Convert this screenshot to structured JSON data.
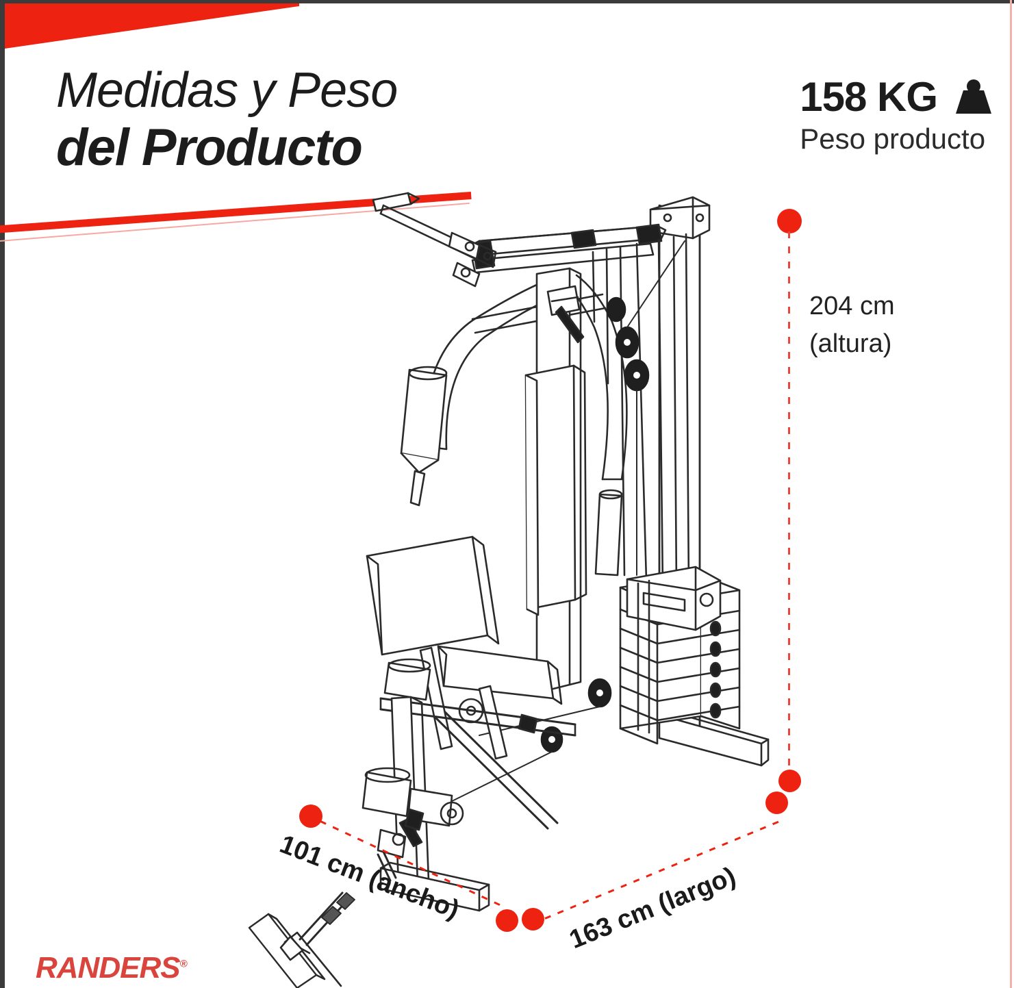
{
  "page": {
    "background_color": "#ffffff",
    "accent_color": "#ee2211",
    "ink_color": "#1c1c1c"
  },
  "header": {
    "title_line1": "Medidas y Peso",
    "title_line2": "del Producto"
  },
  "weight_badge": {
    "value": "158 KG",
    "label": "Peso producto",
    "icon": "weight-icon"
  },
  "dimensions": {
    "height": {
      "value": "204 cm",
      "caption": "(altura)"
    },
    "width": {
      "text": "101 cm (ancho)"
    },
    "length": {
      "text": "163 cm (largo)"
    }
  },
  "brand": {
    "name": "RANDERS",
    "trademark": "®"
  },
  "illustration": {
    "subject": "home-gym-machine-line-drawing",
    "accessory": "low-pulley-bar-attachment"
  }
}
